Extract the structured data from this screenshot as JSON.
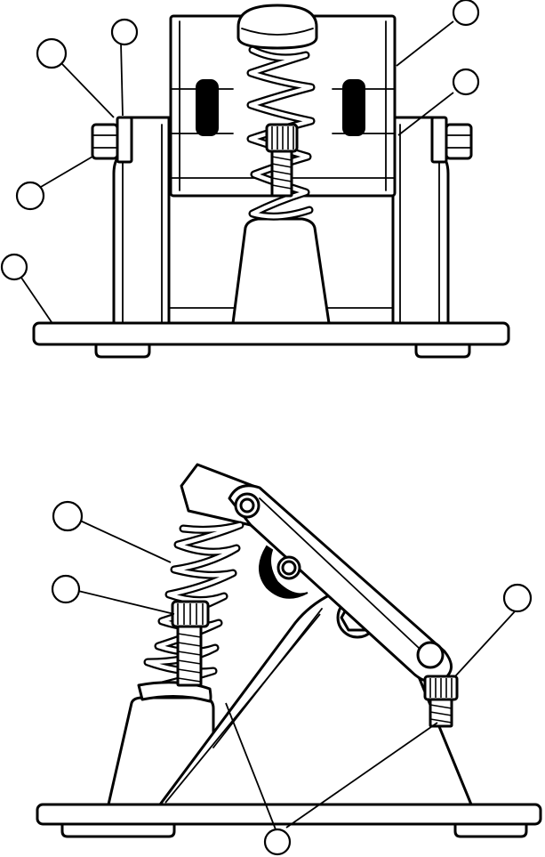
{
  "figure": {
    "views": [
      {
        "id": "front-view",
        "callouts": [
          {
            "id": "1",
            "label": ""
          },
          {
            "id": "2",
            "label": ""
          },
          {
            "id": "3",
            "label": ""
          },
          {
            "id": "4",
            "label": ""
          },
          {
            "id": "5",
            "label": ""
          },
          {
            "id": "6",
            "label": ""
          }
        ]
      },
      {
        "id": "side-view",
        "callouts": [
          {
            "id": "1",
            "label": ""
          },
          {
            "id": "2",
            "label": ""
          },
          {
            "id": "3",
            "label": ""
          },
          {
            "id": "4",
            "label": ""
          }
        ]
      }
    ],
    "line_color": "#000000",
    "background_color": "#ffffff"
  }
}
